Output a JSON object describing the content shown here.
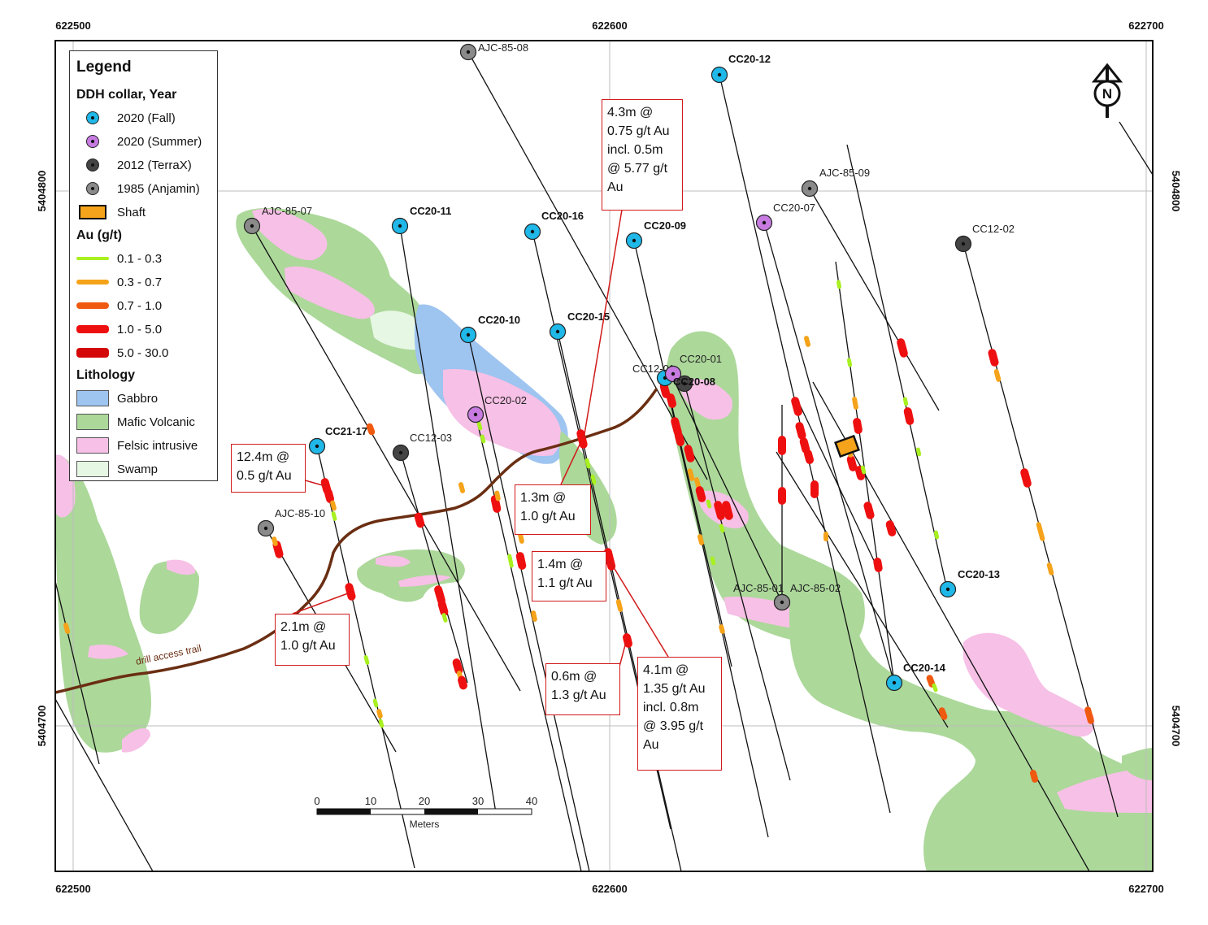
{
  "axes": {
    "x_labels": [
      "622500",
      "622600",
      "622700"
    ],
    "y_labels": [
      "5404800",
      "5404700"
    ]
  },
  "legend": {
    "title": "Legend",
    "collar_header": "DDH collar, Year",
    "collars": [
      {
        "label": "2020 (Fall)",
        "color": "#1fb8e8"
      },
      {
        "label": "2020 (Summer)",
        "color": "#c77be0"
      },
      {
        "label": "2012 (TerraX)",
        "color": "#444444"
      },
      {
        "label": "1985 (Anjamin)",
        "color": "#8a8a8a"
      }
    ],
    "shaft_label": "Shaft",
    "au_header": "Au (g/t)",
    "au_ranges": [
      {
        "label": "0.1 - 0.3",
        "color": "#a8f020"
      },
      {
        "label": "0.3 - 0.7",
        "color": "#f5a31a"
      },
      {
        "label": "0.7 - 1.0",
        "color": "#f05a10"
      },
      {
        "label": "1.0 - 5.0",
        "color": "#ee1010"
      },
      {
        "label": "5.0 - 30.0",
        "color": "#d40808"
      }
    ],
    "litho_header": "Lithology",
    "lithology": [
      {
        "label": "Gabbro",
        "color": "#9ec4f0"
      },
      {
        "label": "Mafic Volcanic",
        "color": "#acd89a"
      },
      {
        "label": "Felsic intrusive",
        "color": "#f7c0e6"
      },
      {
        "label": "Swamp",
        "color": "#e6f7e3"
      }
    ]
  },
  "drillholes": [
    {
      "name": "AJC-85-08",
      "type": "1985",
      "bold": false
    },
    {
      "name": "CC20-12",
      "type": "fall",
      "bold": true
    },
    {
      "name": "AJC-85-09",
      "type": "1985",
      "bold": false
    },
    {
      "name": "AJC-85-07",
      "type": "1985",
      "bold": false
    },
    {
      "name": "CC20-11",
      "type": "fall",
      "bold": true
    },
    {
      "name": "CC20-16",
      "type": "fall",
      "bold": true
    },
    {
      "name": "CC20-09",
      "type": "fall",
      "bold": true
    },
    {
      "name": "CC20-07",
      "type": "summer",
      "bold": false
    },
    {
      "name": "CC12-02",
      "type": "2012",
      "bold": false
    },
    {
      "name": "CC20-10",
      "type": "fall",
      "bold": true
    },
    {
      "name": "CC20-15",
      "type": "fall",
      "bold": true
    },
    {
      "name": "CC12-01",
      "type": "fall",
      "bold": false
    },
    {
      "name": "CC20-01",
      "type": "summer",
      "bold": false
    },
    {
      "name": "CC20-08",
      "type": "2012",
      "bold": true
    },
    {
      "name": "CC20-02",
      "type": "summer",
      "bold": false
    },
    {
      "name": "CC21-17",
      "type": "fall",
      "bold": true
    },
    {
      "name": "CC12-03",
      "type": "2012",
      "bold": false
    },
    {
      "name": "AJC-85-10",
      "type": "1985",
      "bold": false
    },
    {
      "name": "AJC-85-01",
      "type": "1985",
      "bold": false
    },
    {
      "name": "AJC-85-02",
      "type": "1985",
      "bold": false
    },
    {
      "name": "CC20-13",
      "type": "fall",
      "bold": true
    },
    {
      "name": "CC20-14",
      "type": "fall",
      "bold": true
    }
  ],
  "callouts": [
    {
      "lines": [
        "4.3m @",
        "0.75 g/t Au",
        "incl. 0.5m",
        "@ 5.77 g/t",
        "Au"
      ]
    },
    {
      "lines": [
        "12.4m @",
        "0.5 g/t Au"
      ]
    },
    {
      "lines": [
        "1.3m @",
        "1.0 g/t Au"
      ]
    },
    {
      "lines": [
        "1.4m @",
        "1.1 g/t Au"
      ]
    },
    {
      "lines": [
        "2.1m @",
        "1.0 g/t Au"
      ]
    },
    {
      "lines": [
        "0.6m @",
        "1.3 g/t Au"
      ]
    },
    {
      "lines": [
        "4.1m @",
        "1.35 g/t Au",
        "incl. 0.8m",
        "@ 3.95 g/t",
        "Au"
      ]
    }
  ],
  "trail_label": "drill access trail",
  "scale": {
    "ticks": [
      "0",
      "10",
      "20",
      "30",
      "40"
    ],
    "unit": "Meters"
  },
  "north_label": "N"
}
